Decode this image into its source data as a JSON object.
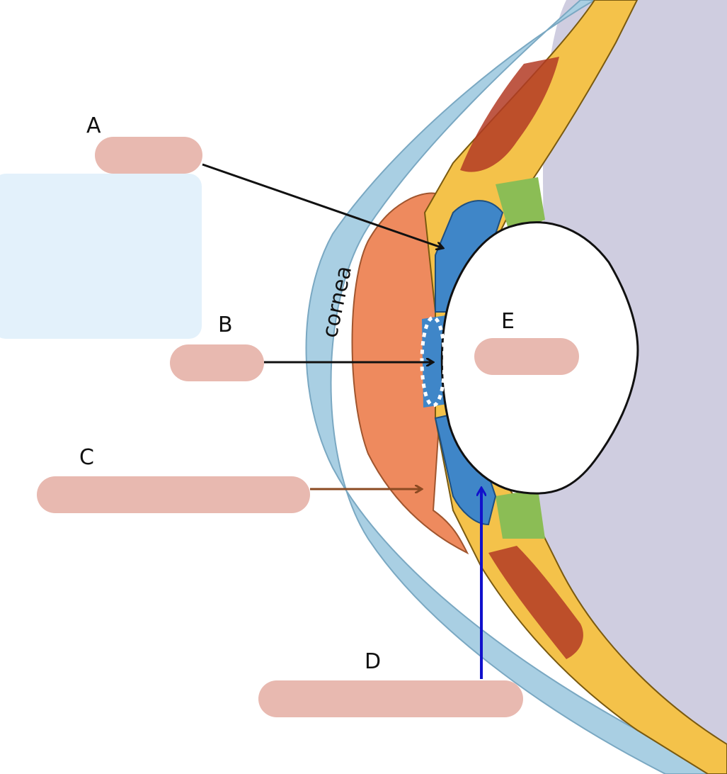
{
  "diagram": {
    "cornea_label": "cornea",
    "letters": {
      "a": "A",
      "b": "B",
      "c": "C",
      "d": "D",
      "e": "E"
    },
    "colors": {
      "answer_box": "#e8b9b0",
      "info_panel": "#e3f1fb",
      "cornea": "#a9cfe3",
      "anterior_chamber": "#ee8a5e",
      "iris": "#f4c24a",
      "posterior_chamber": "#3f86c8",
      "lens": "#ffffff",
      "vitreous": "#cfcde0",
      "ciliary": "#b33b25",
      "zonule": "#8bbd55",
      "arrow_black": "#111111",
      "arrow_brown": "#8b4a22",
      "arrow_blue": "#1111cc"
    },
    "icons": [
      "arrow-icon",
      "pupil-outline-icon"
    ]
  }
}
